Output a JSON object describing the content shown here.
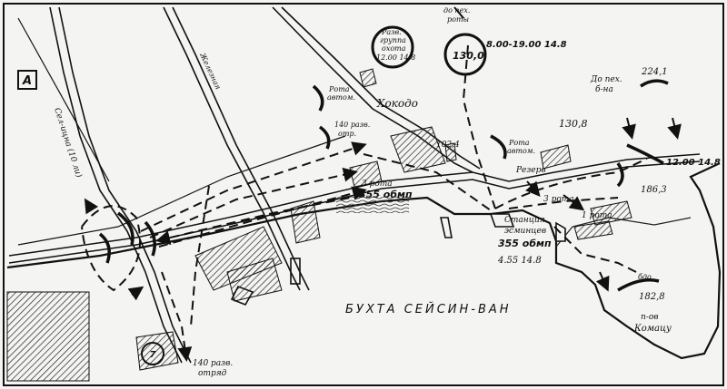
{
  "map": {
    "panel_letter": "А",
    "town": "Хокодо",
    "bay": "БУХТА  СЕЙСИН-ВАН",
    "railway_label": "Железная",
    "road_label": "Сел-ицна (10 ли)",
    "station_labels": [
      "Станция",
      "эсминцев"
    ],
    "battalion_355_lower": "355 обмп",
    "battalion_355_center": "355 обмп",
    "time_455": "4.55 14.8",
    "time_800_1900": "8.00-19.00 14.8",
    "time_1200": "12.00 14.8",
    "height_1300": "130,0",
    "height_1308": "130,8",
    "height_1024": "102,4",
    "height_1863": "186,3",
    "height_1828": "182,8",
    "height_2241": "224,1",
    "recon_group_lines": [
      "Разв.",
      "группа",
      "охота",
      "12.00 14.8"
    ],
    "top_note_lines": [
      "до пех.",
      "роты"
    ],
    "right_note_lines": [
      "До пех.",
      "б-на"
    ],
    "company_bat_top": [
      "Рота",
      "автом."
    ],
    "company_bat_mid": [
      "Рота",
      "автом."
    ],
    "recon_140": [
      "140 разв.",
      "отр."
    ],
    "recon_140_bottom": [
      "140 разв.",
      "отряд"
    ],
    "rota_3": "3 рота",
    "rota_3b": "3 рота",
    "reserve": "Резерв",
    "rota_1": "1 рота",
    "peninsula_lines": [
      "п-ов",
      "Комацу"
    ],
    "marker_7": "7",
    "bdo": "бдо"
  }
}
